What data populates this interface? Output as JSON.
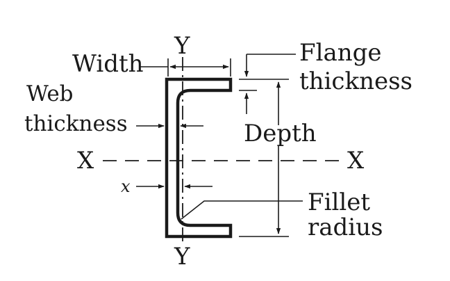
{
  "labels": {
    "width": "Width",
    "flange_line1": "Flange",
    "flange_line2": "thickness",
    "web_line1": "Web",
    "web_line2": "thickness",
    "depth": "Depth",
    "axis_x_left": "X",
    "axis_x_right": "X",
    "axis_y_top": "Y",
    "axis_y_bottom": "Y",
    "centroid_x": "x",
    "fillet_line1": "Fillet",
    "fillet_line2": "radius"
  },
  "colors": {
    "ink": "#1a1a1a",
    "background": "#ffffff"
  }
}
